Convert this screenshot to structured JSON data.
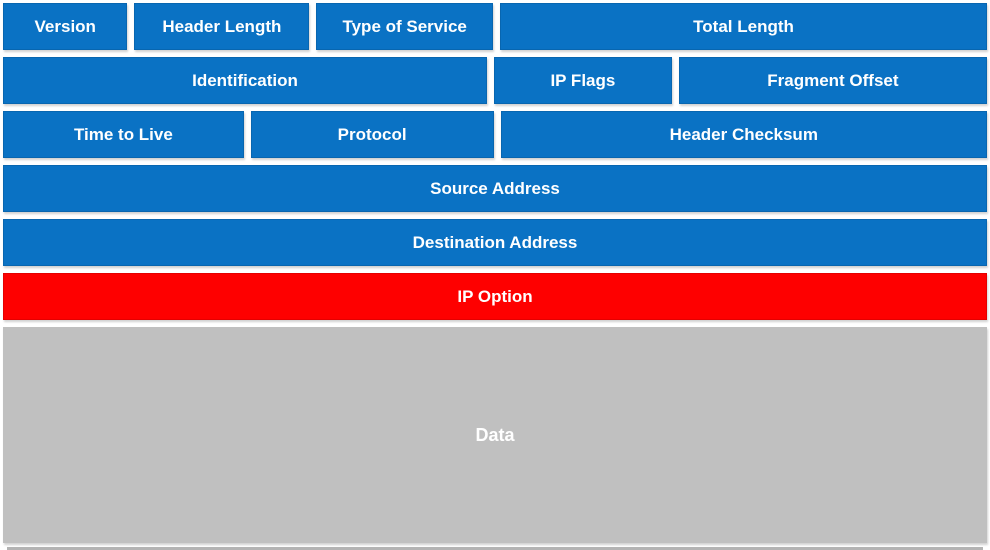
{
  "diagram": {
    "rows": [
      {
        "cells": [
          {
            "label": "Version"
          },
          {
            "label": "Header Length"
          },
          {
            "label": "Type of Service"
          },
          {
            "label": "Total Length"
          }
        ]
      },
      {
        "cells": [
          {
            "label": "Identification"
          },
          {
            "label": "IP Flags"
          },
          {
            "label": "Fragment Offset"
          }
        ]
      },
      {
        "cells": [
          {
            "label": "Time to Live"
          },
          {
            "label": "Protocol"
          },
          {
            "label": "Header Checksum"
          }
        ]
      },
      {
        "cells": [
          {
            "label": "Source Address"
          }
        ]
      },
      {
        "cells": [
          {
            "label": "Destination Address"
          }
        ]
      },
      {
        "cells": [
          {
            "label": "IP Option"
          }
        ]
      }
    ],
    "data_block": {
      "label": "Data"
    },
    "colors": {
      "field_blue": "#0A72C4",
      "option_red": "#FE0000",
      "data_gray": "#C0C0C0",
      "label_text": "#FFFFFF"
    }
  }
}
